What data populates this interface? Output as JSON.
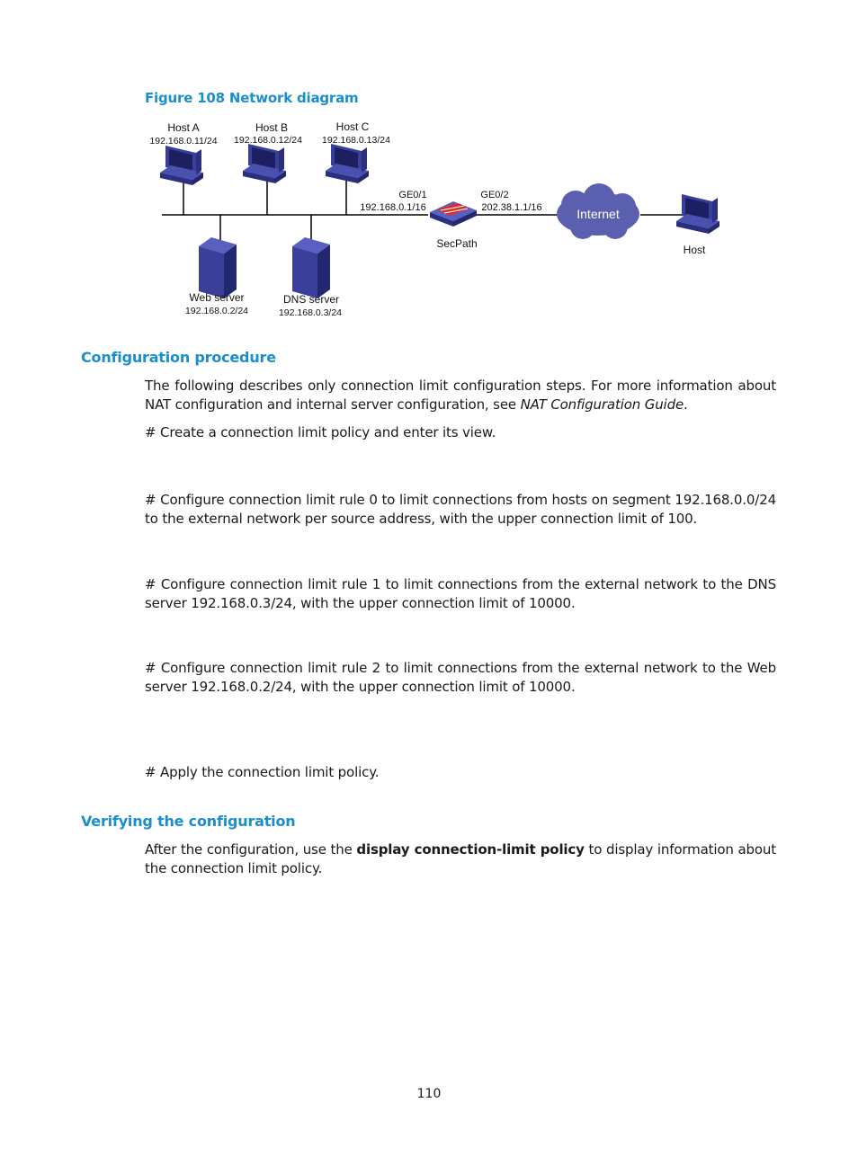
{
  "figure": {
    "caption": "Figure 108 Network diagram",
    "hosts": [
      {
        "name": "Host A",
        "ip": "192.168.0.11/24"
      },
      {
        "name": "Host B",
        "ip": "192.168.0.12/24"
      },
      {
        "name": "Host C",
        "ip": "192.168.0.13/24"
      }
    ],
    "servers": [
      {
        "name": "Web server",
        "ip": "192.168.0.2/24"
      },
      {
        "name": "DNS server",
        "ip": "192.168.0.3/24"
      }
    ],
    "firewall": {
      "name": "SecPath",
      "if1_name": "GE0/1",
      "if1_ip": "192.168.0.1/16",
      "if2_name": "GE0/2",
      "if2_ip": "202.38.1.1/16"
    },
    "cloud_label": "Internet",
    "remote_host": "Host",
    "colors": {
      "device": "#3a3f9a",
      "cloud": "#5a5fb0",
      "heading": "#1a8fc9"
    }
  },
  "sections": {
    "config_title": "Configuration procedure",
    "config_intro_1": "The following describes only connection limit configuration steps. For more information about NAT configuration and internal server configuration, see ",
    "config_intro_guide": "NAT Configuration Guide",
    "config_intro_end": ".",
    "step_create": "# Create a connection limit policy and enter its view.",
    "step_rule0": "# Configure connection limit rule 0 to limit connections from hosts on segment 192.168.0.0/24 to the external network per source address, with the upper connection limit of 100.",
    "step_rule1": "# Configure connection limit rule 1 to limit connections from the external network to the DNS server 192.168.0.3/24, with the upper connection limit of 10000.",
    "step_rule2": "# Configure connection limit rule 2 to limit connections from the external network to the Web server 192.168.0.2/24, with the upper connection limit of 10000.",
    "step_apply": "# Apply the connection limit policy.",
    "verify_title": "Verifying the configuration",
    "verify_pre": "After the configuration, use the ",
    "verify_cmd": "display connection-limit policy",
    "verify_post": " to display information about the connection limit policy."
  },
  "page_number": "110"
}
